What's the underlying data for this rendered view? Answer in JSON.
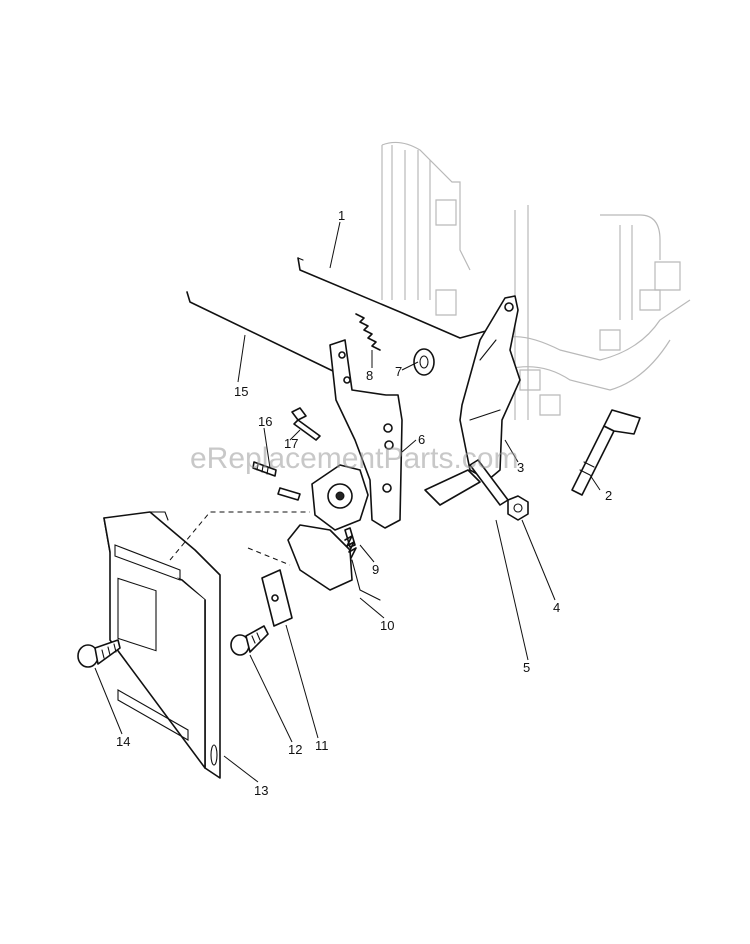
{
  "watermark": "eReplacementParts.com",
  "callouts": {
    "c1": "1",
    "c2": "2",
    "c3": "3",
    "c4": "4",
    "c5": "5",
    "c6": "6",
    "c7": "7",
    "c8": "8",
    "c9": "9",
    "c10": "10",
    "c11": "11",
    "c12": "12",
    "c13": "13",
    "c14": "14",
    "c15": "15",
    "c16": "16",
    "c17": "17"
  },
  "colors": {
    "ink": "#111111",
    "ghost": "#b9b9b9",
    "watermark": "#9a9a9a"
  }
}
